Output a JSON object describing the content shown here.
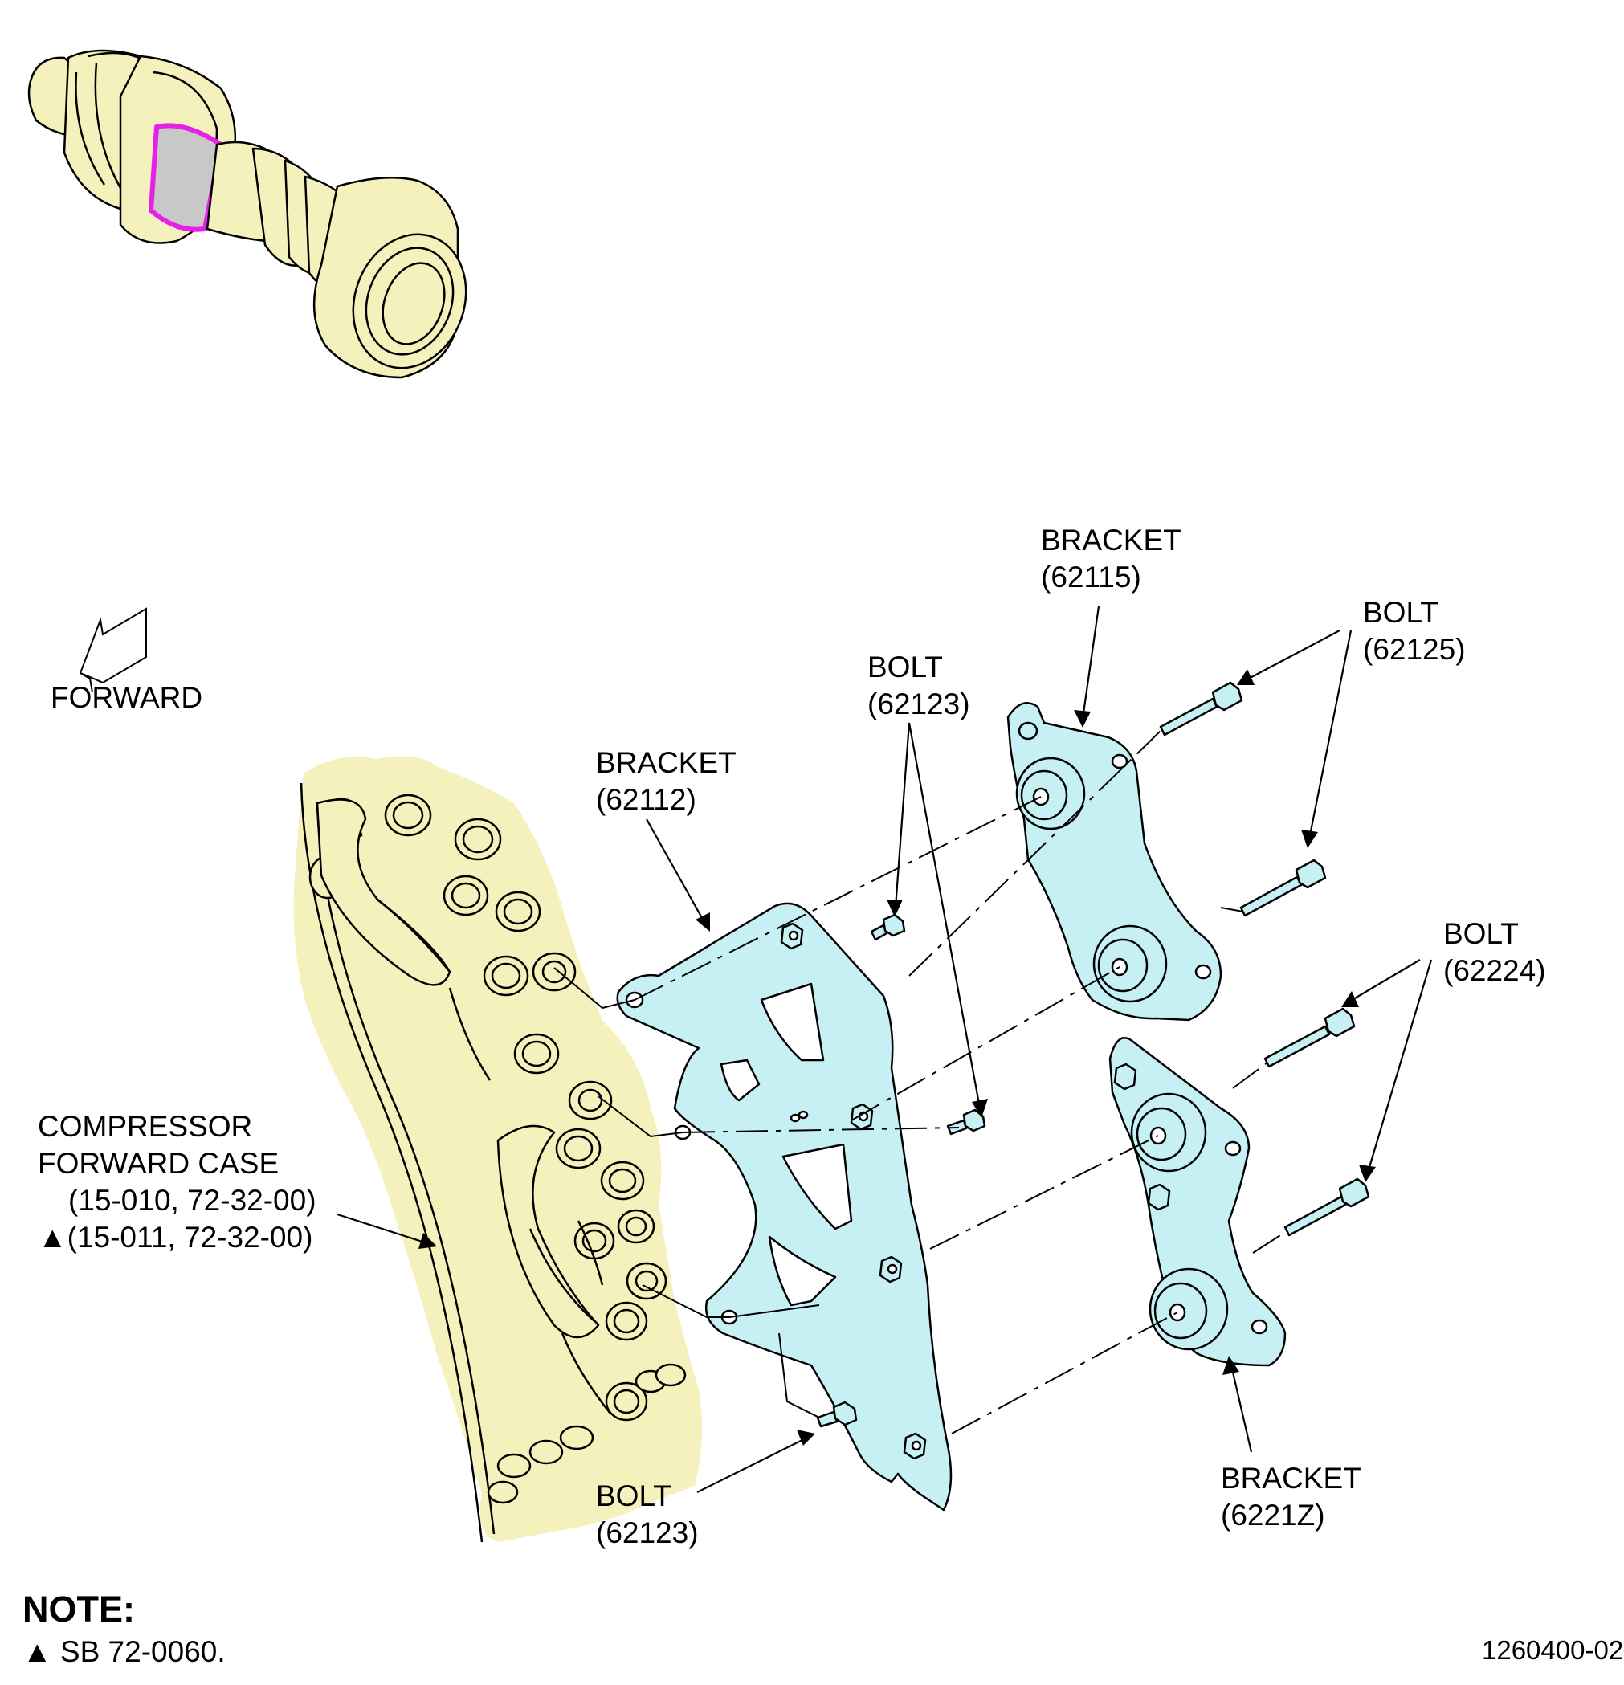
{
  "colors": {
    "bracket_fill": "#c6f0f4",
    "casing_fill": "#f5f1bc",
    "highlight": "#e620e6",
    "highlight_fill": "#c8c8c8"
  },
  "labels": {
    "bracket_upper": {
      "name": "BRACKET",
      "part": "(62115)"
    },
    "bolt_62125": {
      "name": "BOLT",
      "part": "(62125)"
    },
    "bolt_62123_top": {
      "name": "BOLT",
      "part": "(62123)"
    },
    "bracket_62112": {
      "name": "BRACKET",
      "part": "(62112)"
    },
    "bolt_62224": {
      "name": "BOLT",
      "part": "(62224)"
    },
    "compressor_case": {
      "line1": "COMPRESSOR",
      "line2": "FORWARD CASE",
      "line3": "(15-010, 72-32-00)",
      "line4": "▲(15-011, 72-32-00)"
    },
    "bolt_62123_bottom": {
      "name": "BOLT",
      "part": "(62123)"
    },
    "bracket_6221z": {
      "name": "BRACKET",
      "part": "(6221Z)"
    },
    "forward": "FORWARD"
  },
  "note": {
    "title": "NOTE:",
    "text": "▲ SB 72-0060."
  },
  "figure_number": "1260400-02",
  "icons": [
    "forward-arrow-icon",
    "engine-locator-icon"
  ]
}
